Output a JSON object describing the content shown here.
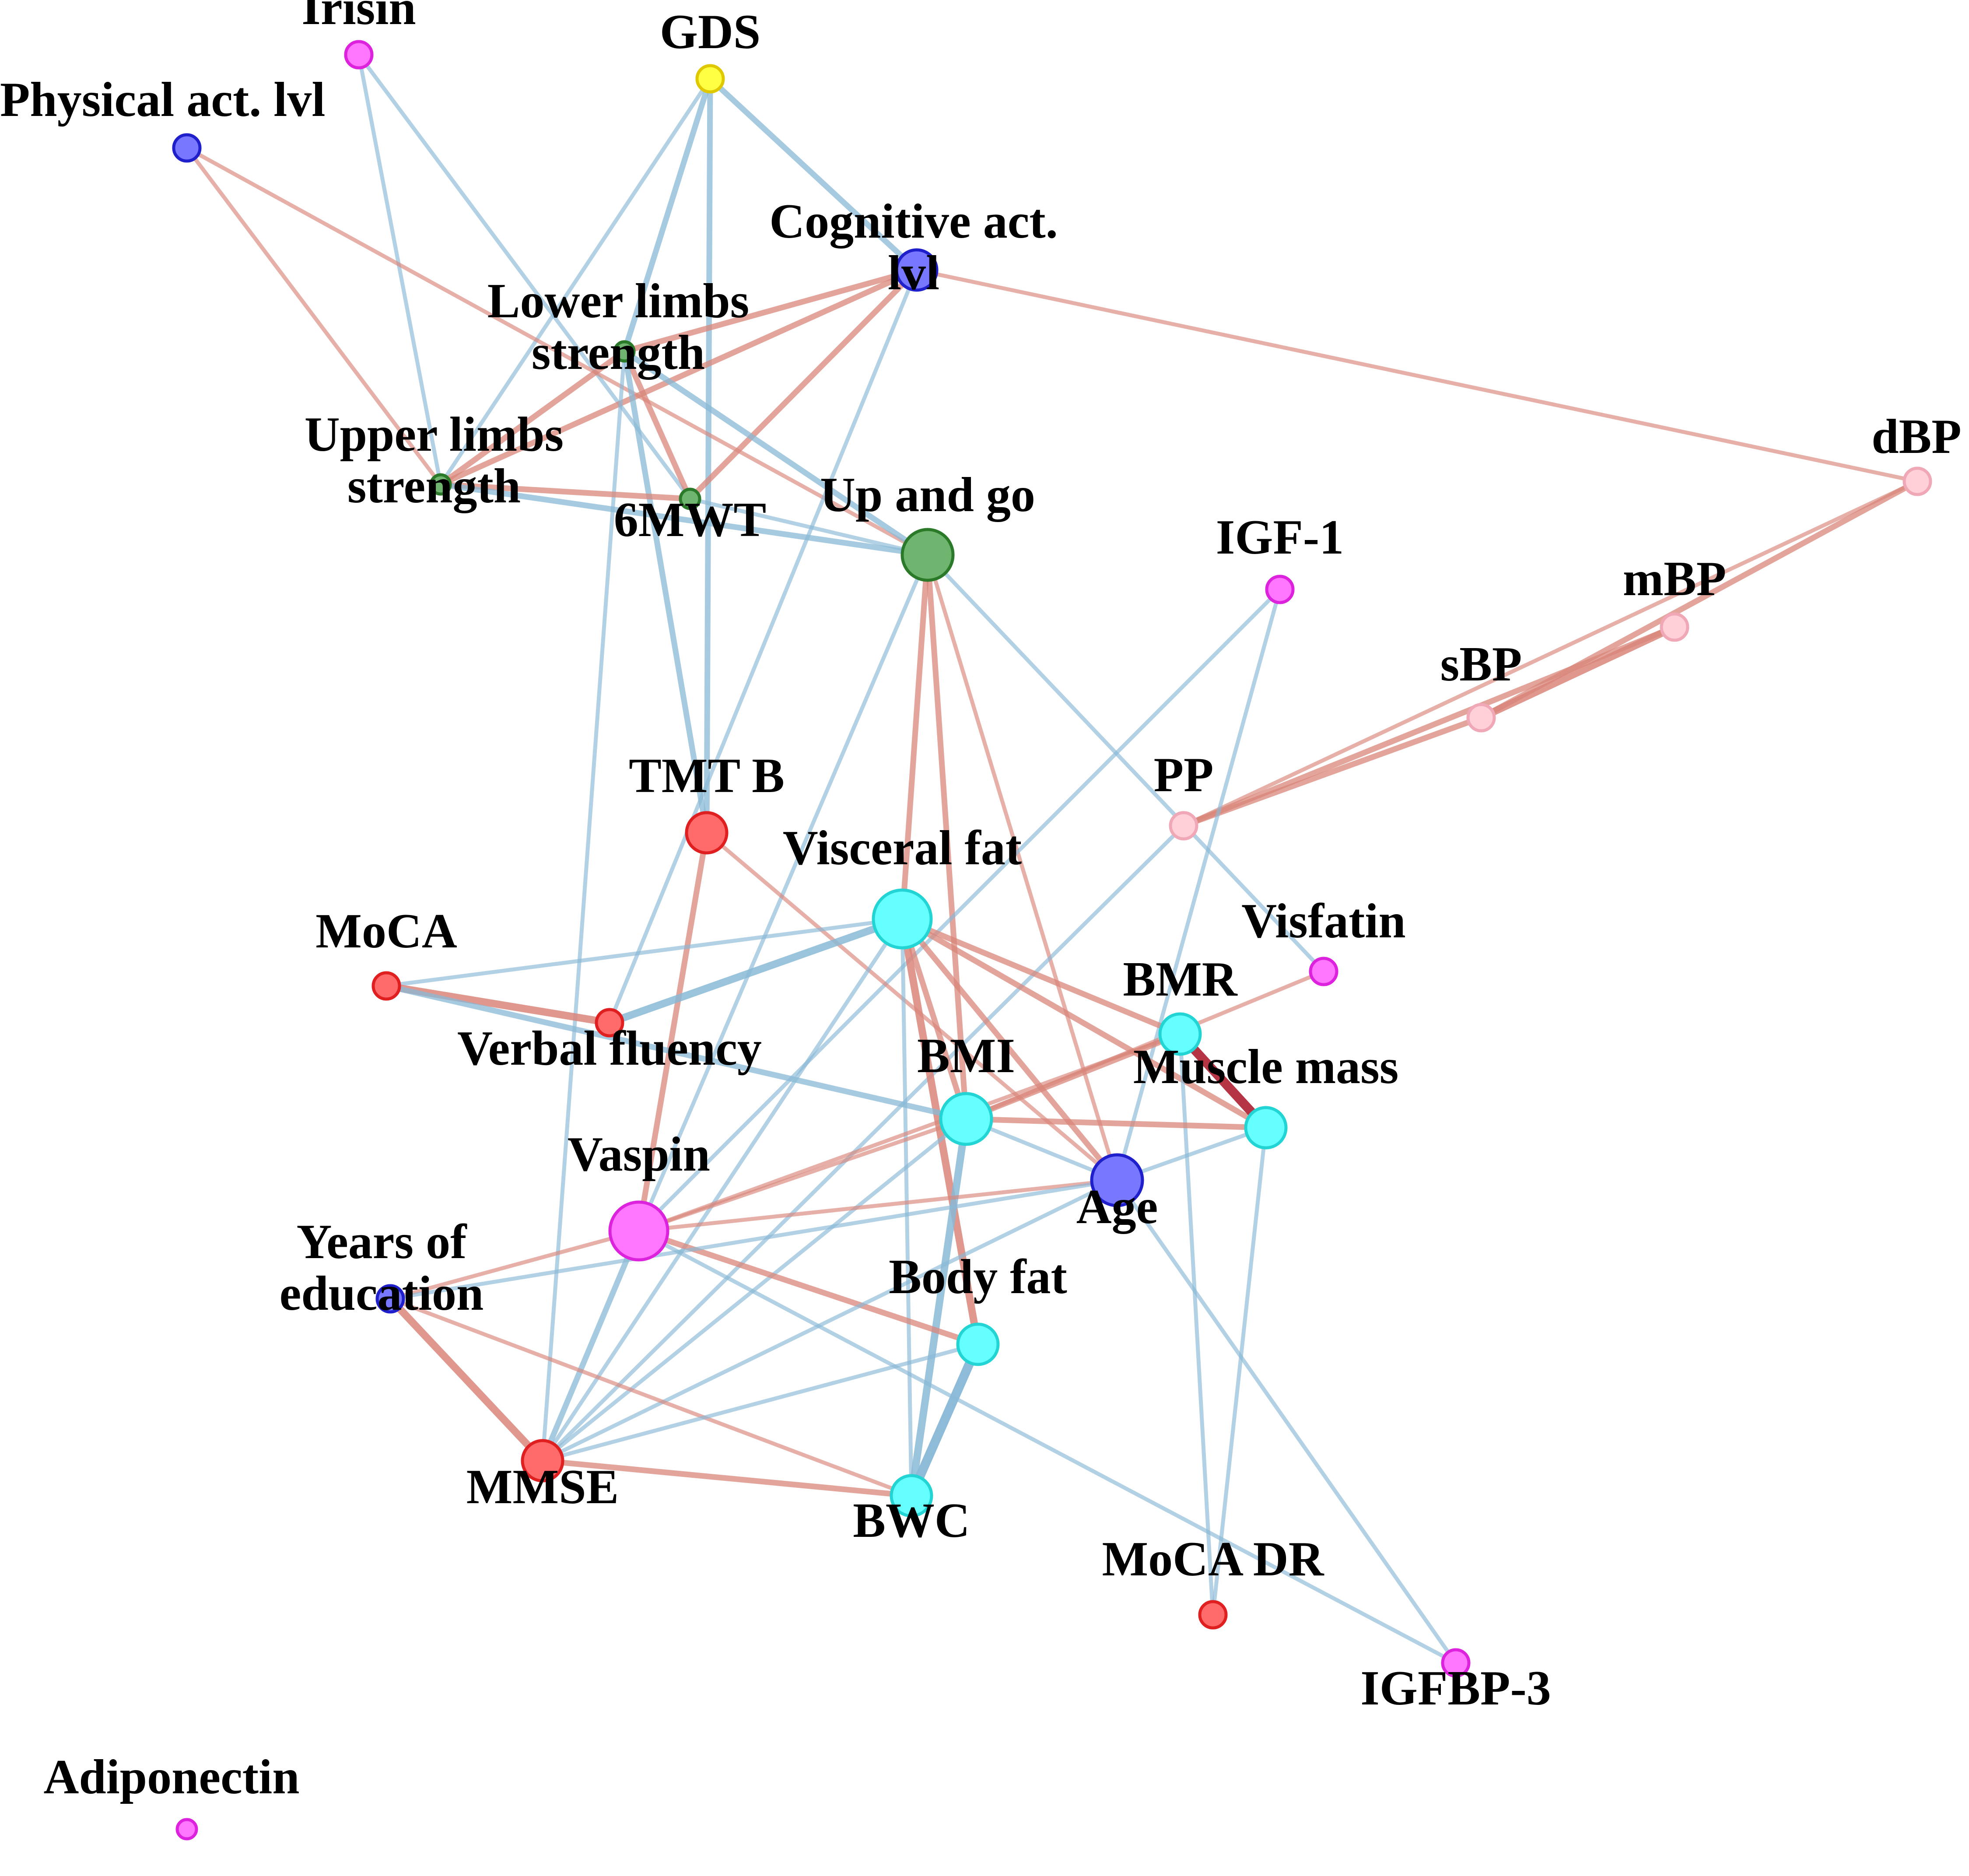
{
  "colors": {
    "positive_edge": "#d9857a",
    "negative_edge": "#88b8d6",
    "strong_positive_edge": "#b22a3a",
    "cognition": "#ff6b6b",
    "cognition_stroke": "#e02020",
    "physical": "#6fb56f",
    "physical_stroke": "#2a7a2a",
    "adipose": "#66ffff",
    "adipose_stroke": "#22d4d4",
    "blood_pressure": "#ffd0d8",
    "blood_pressure_stroke": "#f0a8b6",
    "biomarker": "#ff77ff",
    "biomarker_stroke": "#dd22dd",
    "demographic": "#7777ff",
    "demographic_stroke": "#1f1fcc",
    "mood": "#ffff44",
    "mood_stroke": "#e0c800"
  },
  "nodes": [
    {
      "id": "irisin",
      "lines": [
        "Irisin"
      ],
      "group": "biomarker",
      "size": "small"
    },
    {
      "id": "gds",
      "lines": [
        "GDS"
      ],
      "group": "mood",
      "size": "small"
    },
    {
      "id": "physical_act",
      "lines": [
        "Physical act. lvl"
      ],
      "group": "demographic",
      "size": "small"
    },
    {
      "id": "cognitive_act",
      "lines": [
        "Cognitive act.",
        "lvl"
      ],
      "group": "demographic",
      "size": "medium"
    },
    {
      "id": "lower_limbs",
      "lines": [
        "Lower limbs",
        "strength"
      ],
      "group": "physical",
      "size": "tiny"
    },
    {
      "id": "upper_limbs",
      "lines": [
        "Upper limbs",
        "strength"
      ],
      "group": "physical",
      "size": "tiny"
    },
    {
      "id": "6mwt",
      "lines": [
        "6MWT"
      ],
      "group": "physical",
      "size": "tiny"
    },
    {
      "id": "up_and_go",
      "lines": [
        "Up and go"
      ],
      "group": "physical",
      "size": "large"
    },
    {
      "id": "dbp",
      "lines": [
        "dBP"
      ],
      "group": "blood_pressure",
      "size": "small"
    },
    {
      "id": "igf1",
      "lines": [
        "IGF-1"
      ],
      "group": "biomarker",
      "size": "small"
    },
    {
      "id": "mbp",
      "lines": [
        "mBP"
      ],
      "group": "blood_pressure",
      "size": "small"
    },
    {
      "id": "sbp",
      "lines": [
        "sBP"
      ],
      "group": "blood_pressure",
      "size": "small"
    },
    {
      "id": "pp",
      "lines": [
        "PP"
      ],
      "group": "blood_pressure",
      "size": "small"
    },
    {
      "id": "tmtb",
      "lines": [
        "TMT B"
      ],
      "group": "cognition",
      "size": "medium"
    },
    {
      "id": "visceral_fat",
      "lines": [
        "Visceral fat"
      ],
      "group": "adipose",
      "size": "xlarge"
    },
    {
      "id": "moca",
      "lines": [
        "MoCA"
      ],
      "group": "cognition",
      "size": "small"
    },
    {
      "id": "visfatin",
      "lines": [
        "Visfatin"
      ],
      "group": "biomarker",
      "size": "small"
    },
    {
      "id": "verbal_fluency",
      "lines": [
        "Verbal fluency"
      ],
      "group": "cognition",
      "size": "small"
    },
    {
      "id": "bmr",
      "lines": [
        "BMR"
      ],
      "group": "adipose",
      "size": "medium"
    },
    {
      "id": "bmi",
      "lines": [
        "BMI"
      ],
      "group": "adipose",
      "size": "large"
    },
    {
      "id": "muscle_mass",
      "lines": [
        "Muscle mass"
      ],
      "group": "adipose",
      "size": "medium"
    },
    {
      "id": "vaspin",
      "lines": [
        "Vaspin"
      ],
      "group": "biomarker",
      "size": "xlarge"
    },
    {
      "id": "age",
      "lines": [
        "Age"
      ],
      "group": "demographic",
      "size": "large"
    },
    {
      "id": "years_edu",
      "lines": [
        "Years of",
        "education"
      ],
      "group": "demographic",
      "size": "small"
    },
    {
      "id": "body_fat",
      "lines": [
        "Body fat"
      ],
      "group": "adipose",
      "size": "medium"
    },
    {
      "id": "mmse",
      "lines": [
        "MMSE"
      ],
      "group": "cognition",
      "size": "medium"
    },
    {
      "id": "bwc",
      "lines": [
        "BWC"
      ],
      "group": "adipose",
      "size": "medium"
    },
    {
      "id": "moca_dr",
      "lines": [
        "MoCA DR"
      ],
      "group": "cognition",
      "size": "small"
    },
    {
      "id": "igfbp3",
      "lines": [
        "IGFBP-3"
      ],
      "group": "biomarker",
      "size": "small"
    },
    {
      "id": "adiponectin",
      "lines": [
        "Adiponectin"
      ],
      "group": "biomarker",
      "size": "tiny"
    }
  ],
  "edges": [
    {
      "source": "irisin",
      "target": "upper_limbs",
      "sign": "negative",
      "strength": 1
    },
    {
      "source": "irisin",
      "target": "6mwt",
      "sign": "negative",
      "strength": 1
    },
    {
      "source": "gds",
      "target": "upper_limbs",
      "sign": "negative",
      "strength": 1
    },
    {
      "source": "gds",
      "target": "lower_limbs",
      "sign": "negative",
      "strength": 2
    },
    {
      "source": "gds",
      "target": "cognitive_act",
      "sign": "negative",
      "strength": 2
    },
    {
      "source": "gds",
      "target": "tmtb",
      "sign": "negative",
      "strength": 2
    },
    {
      "source": "physical_act",
      "target": "upper_limbs",
      "sign": "positive",
      "strength": 1
    },
    {
      "source": "physical_act",
      "target": "up_and_go",
      "sign": "positive",
      "strength": 1
    },
    {
      "source": "cognitive_act",
      "target": "lower_limbs",
      "sign": "positive",
      "strength": 2
    },
    {
      "source": "cognitive_act",
      "target": "upper_limbs",
      "sign": "positive",
      "strength": 2
    },
    {
      "source": "cognitive_act",
      "target": "6mwt",
      "sign": "positive",
      "strength": 2
    },
    {
      "source": "cognitive_act",
      "target": "dbp",
      "sign": "positive",
      "strength": 1
    },
    {
      "source": "cognitive_act",
      "target": "verbal_fluency",
      "sign": "negative",
      "strength": 1
    },
    {
      "source": "lower_limbs",
      "target": "upper_limbs",
      "sign": "positive",
      "strength": 2
    },
    {
      "source": "lower_limbs",
      "target": "6mwt",
      "sign": "positive",
      "strength": 2
    },
    {
      "source": "lower_limbs",
      "target": "up_and_go",
      "sign": "negative",
      "strength": 2
    },
    {
      "source": "lower_limbs",
      "target": "tmtb",
      "sign": "negative",
      "strength": 2
    },
    {
      "source": "lower_limbs",
      "target": "mmse",
      "sign": "negative",
      "strength": 1
    },
    {
      "source": "upper_limbs",
      "target": "6mwt",
      "sign": "positive",
      "strength": 2
    },
    {
      "source": "upper_limbs",
      "target": "up_and_go",
      "sign": "negative",
      "strength": 2
    },
    {
      "source": "6mwt",
      "target": "up_and_go",
      "sign": "negative",
      "strength": 1
    },
    {
      "source": "up_and_go",
      "target": "visceral_fat",
      "sign": "positive",
      "strength": 2
    },
    {
      "source": "up_and_go",
      "target": "bmi",
      "sign": "positive",
      "strength": 2
    },
    {
      "source": "up_and_go",
      "target": "age",
      "sign": "positive",
      "strength": 1
    },
    {
      "source": "up_and_go",
      "target": "visfatin",
      "sign": "negative",
      "strength": 1
    },
    {
      "source": "up_and_go",
      "target": "vaspin",
      "sign": "negative",
      "strength": 1
    },
    {
      "source": "dbp",
      "target": "sbp",
      "sign": "positive",
      "strength": 2
    },
    {
      "source": "dbp",
      "target": "pp",
      "sign": "positive",
      "strength": 1
    },
    {
      "source": "mbp",
      "target": "sbp",
      "sign": "positive",
      "strength": 3
    },
    {
      "source": "mbp",
      "target": "pp",
      "sign": "positive",
      "strength": 2
    },
    {
      "source": "sbp",
      "target": "pp",
      "sign": "positive",
      "strength": 2
    },
    {
      "source": "igf1",
      "target": "age",
      "sign": "negative",
      "strength": 1
    },
    {
      "source": "igf1",
      "target": "vaspin",
      "sign": "negative",
      "strength": 1
    },
    {
      "source": "pp",
      "target": "mmse",
      "sign": "negative",
      "strength": 1
    },
    {
      "source": "tmtb",
      "target": "vaspin",
      "sign": "positive",
      "strength": 2
    },
    {
      "source": "tmtb",
      "target": "age",
      "sign": "positive",
      "strength": 1
    },
    {
      "source": "visceral_fat",
      "target": "moca",
      "sign": "negative",
      "strength": 1
    },
    {
      "source": "visceral_fat",
      "target": "verbal_fluency",
      "sign": "negative",
      "strength": 3
    },
    {
      "source": "visceral_fat",
      "target": "bmr",
      "sign": "positive",
      "strength": 2
    },
    {
      "source": "visceral_fat",
      "target": "muscle_mass",
      "sign": "positive",
      "strength": 2
    },
    {
      "source": "visceral_fat",
      "target": "bmi",
      "sign": "positive",
      "strength": 2
    },
    {
      "source": "visceral_fat",
      "target": "age",
      "sign": "positive",
      "strength": 2
    },
    {
      "source": "visceral_fat",
      "target": "body_fat",
      "sign": "positive",
      "strength": 3
    },
    {
      "source": "visceral_fat",
      "target": "bwc",
      "sign": "negative",
      "strength": 1
    },
    {
      "source": "visceral_fat",
      "target": "mmse",
      "sign": "negative",
      "strength": 1
    },
    {
      "source": "moca",
      "target": "verbal_fluency",
      "sign": "positive",
      "strength": 3
    },
    {
      "source": "moca",
      "target": "bmi",
      "sign": "negative",
      "strength": 2
    },
    {
      "source": "visfatin",
      "target": "bmi",
      "sign": "positive",
      "strength": 1
    },
    {
      "source": "bmr",
      "target": "muscle_mass",
      "sign": "positive",
      "strength": 4
    },
    {
      "source": "bmr",
      "target": "bmi",
      "sign": "positive",
      "strength": 2
    },
    {
      "source": "bmr",
      "target": "vaspin",
      "sign": "positive",
      "strength": 1
    },
    {
      "source": "bmr",
      "target": "moca_dr",
      "sign": "negative",
      "strength": 1
    },
    {
      "source": "bmi",
      "target": "muscle_mass",
      "sign": "positive",
      "strength": 2
    },
    {
      "source": "bmi",
      "target": "age",
      "sign": "negative",
      "strength": 1
    },
    {
      "source": "bmi",
      "target": "vaspin",
      "sign": "positive",
      "strength": 1
    },
    {
      "source": "bmi",
      "target": "bwc",
      "sign": "negative",
      "strength": 3
    },
    {
      "source": "bmi",
      "target": "mmse",
      "sign": "negative",
      "strength": 1
    },
    {
      "source": "muscle_mass",
      "target": "age",
      "sign": "negative",
      "strength": 1
    },
    {
      "source": "muscle_mass",
      "target": "moca_dr",
      "sign": "negative",
      "strength": 1
    },
    {
      "source": "vaspin",
      "target": "age",
      "sign": "positive",
      "strength": 1
    },
    {
      "source": "vaspin",
      "target": "years_edu",
      "sign": "positive",
      "strength": 1
    },
    {
      "source": "vaspin",
      "target": "body_fat",
      "sign": "positive",
      "strength": 2
    },
    {
      "source": "vaspin",
      "target": "mmse",
      "sign": "negative",
      "strength": 2
    },
    {
      "source": "vaspin",
      "target": "igfbp3",
      "sign": "negative",
      "strength": 1
    },
    {
      "source": "age",
      "target": "years_edu",
      "sign": "negative",
      "strength": 1
    },
    {
      "source": "age",
      "target": "mmse",
      "sign": "negative",
      "strength": 1
    },
    {
      "source": "age",
      "target": "igfbp3",
      "sign": "negative",
      "strength": 1
    },
    {
      "source": "years_edu",
      "target": "mmse",
      "sign": "positive",
      "strength": 3
    },
    {
      "source": "years_edu",
      "target": "bwc",
      "sign": "positive",
      "strength": 1
    },
    {
      "source": "body_fat",
      "target": "bwc",
      "sign": "negative",
      "strength": 4
    },
    {
      "source": "body_fat",
      "target": "mmse",
      "sign": "negative",
      "strength": 1
    },
    {
      "source": "mmse",
      "target": "bwc",
      "sign": "positive",
      "strength": 2
    }
  ]
}
